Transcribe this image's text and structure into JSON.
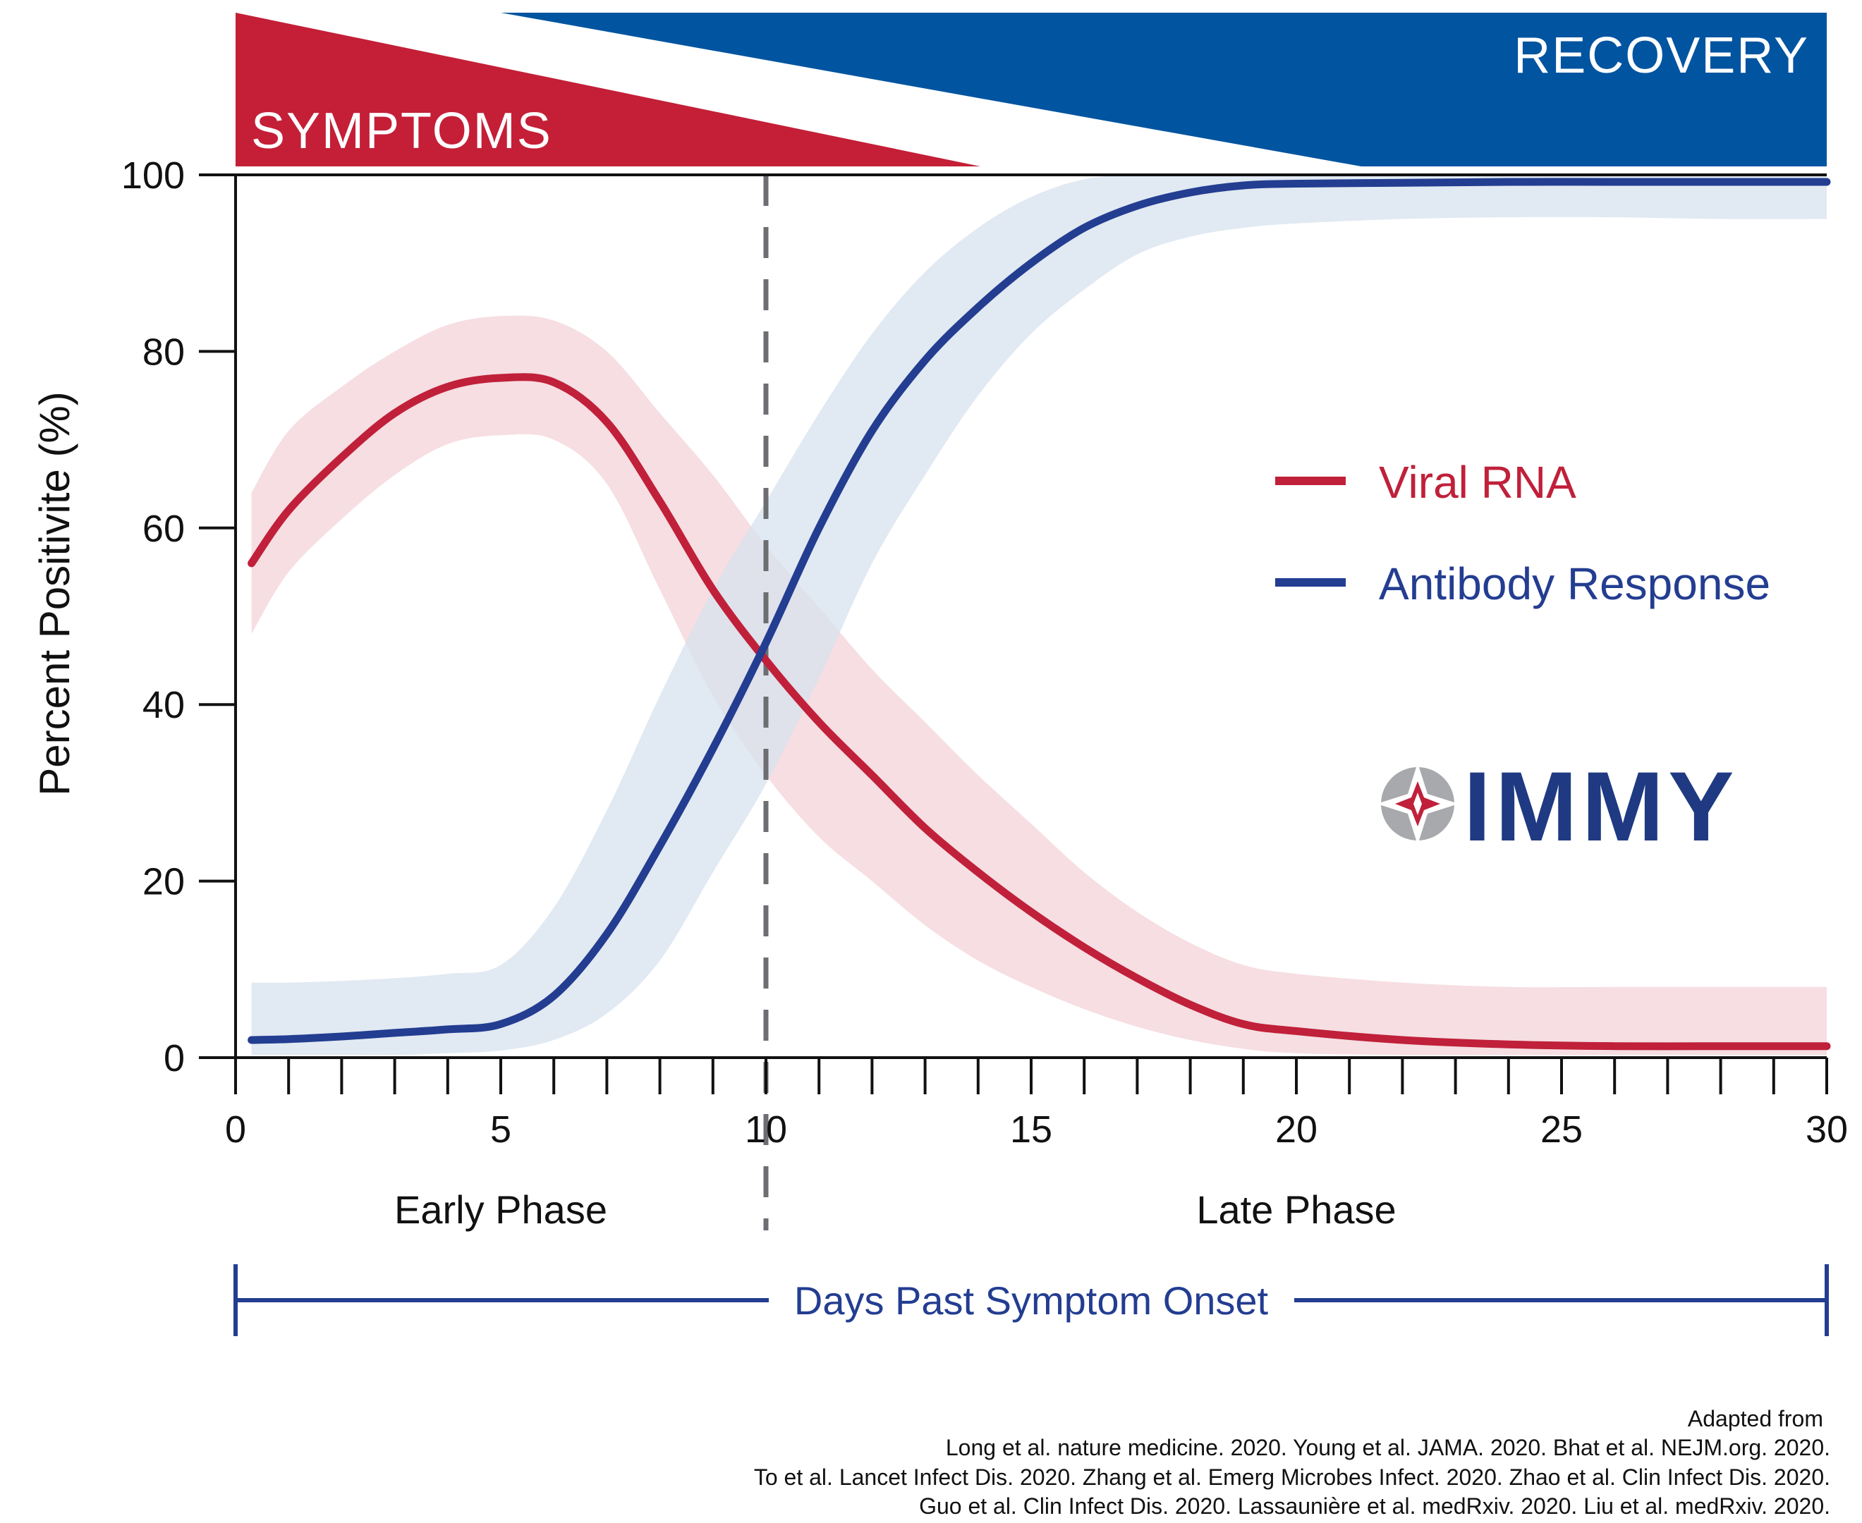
{
  "chart_data": {
    "type": "area",
    "x_range": [
      0,
      30
    ],
    "ylim": [
      0,
      100
    ],
    "x_ticks": [
      0,
      5,
      10,
      15,
      20,
      25,
      30
    ],
    "y_ticks": [
      0,
      20,
      40,
      60,
      80,
      100
    ],
    "ylabel": "Percent Positivite (%)",
    "xlabel": "Days Past Symptom Onset",
    "divider_x": 10,
    "phases": [
      {
        "label": "Early Phase",
        "x": 5
      },
      {
        "label": "Late Phase",
        "x": 20
      }
    ],
    "series": [
      {
        "name": "Viral RNA",
        "color": "#c0203a",
        "band_color": "#f3d3d8",
        "x": [
          0.3,
          1,
          2,
          3,
          4,
          5,
          6,
          7,
          8,
          9,
          10,
          11,
          12,
          13,
          14,
          15,
          16,
          17,
          18,
          19,
          20,
          22,
          24,
          26,
          28,
          30
        ],
        "y": [
          56,
          62,
          68,
          73,
          76,
          77,
          76.5,
          72,
          63,
          53,
          45,
          38,
          32,
          26,
          21,
          16.5,
          12.5,
          9,
          6,
          3.8,
          3,
          2,
          1.5,
          1.3,
          1.3,
          1.3
        ],
        "upper": [
          64,
          71,
          76,
          80,
          83,
          84,
          83.5,
          80,
          73,
          66,
          58,
          51,
          44,
          38,
          32,
          26.5,
          21,
          16.5,
          13,
          10.5,
          9.5,
          8.5,
          8,
          8,
          8,
          8
        ],
        "lower": [
          48,
          55,
          61,
          66,
          69.5,
          70.5,
          70,
          65,
          53,
          41,
          32,
          25,
          20,
          15,
          11,
          8,
          5.5,
          3.5,
          2,
          1,
          0.5,
          0.3,
          0.3,
          0.3,
          0.3,
          0.3
        ]
      },
      {
        "name": "Antibody Response",
        "color": "#233d91",
        "band_color": "#d7e2ed",
        "x": [
          0.3,
          1,
          2,
          3,
          4,
          5,
          6,
          7,
          8,
          9,
          10,
          11,
          12,
          13,
          14,
          15,
          16,
          17,
          18,
          19,
          20,
          22,
          24,
          26,
          28,
          30
        ],
        "y": [
          2,
          2.1,
          2.4,
          2.8,
          3.2,
          3.8,
          7,
          14,
          24,
          35,
          47,
          60,
          71,
          79,
          85,
          90,
          94,
          96.5,
          98,
          98.8,
          99,
          99.1,
          99.2,
          99.2,
          99.2,
          99.2
        ],
        "upper": [
          8.5,
          8.5,
          8.7,
          9,
          9.5,
          10.5,
          17,
          28,
          41,
          53,
          63,
          73,
          82,
          89,
          94,
          97.5,
          99.5,
          100,
          100,
          100,
          100,
          100,
          100,
          100,
          100,
          100
        ],
        "lower": [
          0.3,
          0.3,
          0.3,
          0.3,
          0.5,
          0.8,
          2,
          5,
          11,
          21,
          31,
          43,
          56,
          66,
          75,
          82,
          87,
          91,
          93,
          94,
          94.5,
          95,
          95.2,
          95.2,
          95,
          95
        ]
      }
    ],
    "banners": {
      "symptoms": "SYMPTOMS",
      "recovery": "RECOVERY",
      "symptoms_color": "#c41f37",
      "recovery_color": "#0054a0"
    },
    "legend": {
      "placement": "right-middle"
    },
    "logo": {
      "text": "IMMY",
      "color": "#1f3a82"
    },
    "citations": [
      "Adapted from",
      "Long et al. nature medicine. 2020.  Young et al. JAMA. 2020.  Bhat et al. NEJM.org. 2020.",
      "To et al. Lancet Infect Dis. 2020.  Zhang et al. Emerg Microbes Infect. 2020.  Zhao et al. Clin Infect Dis. 2020.",
      "Guo et al. Clin Infect Dis. 2020.  Lassaunière et al. medRxiv. 2020.  Liu et al. medRxiv. 2020."
    ]
  }
}
